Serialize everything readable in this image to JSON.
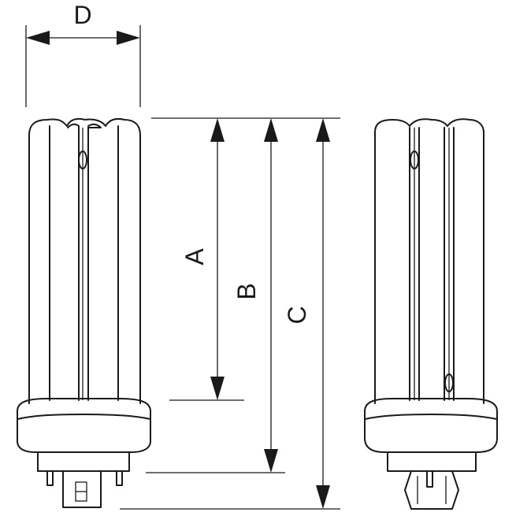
{
  "dimension_labels": {
    "d": "D",
    "a": "A",
    "b": "B",
    "c": "C"
  },
  "colors": {
    "line": "#1a1a1a",
    "background": "#ffffff"
  }
}
